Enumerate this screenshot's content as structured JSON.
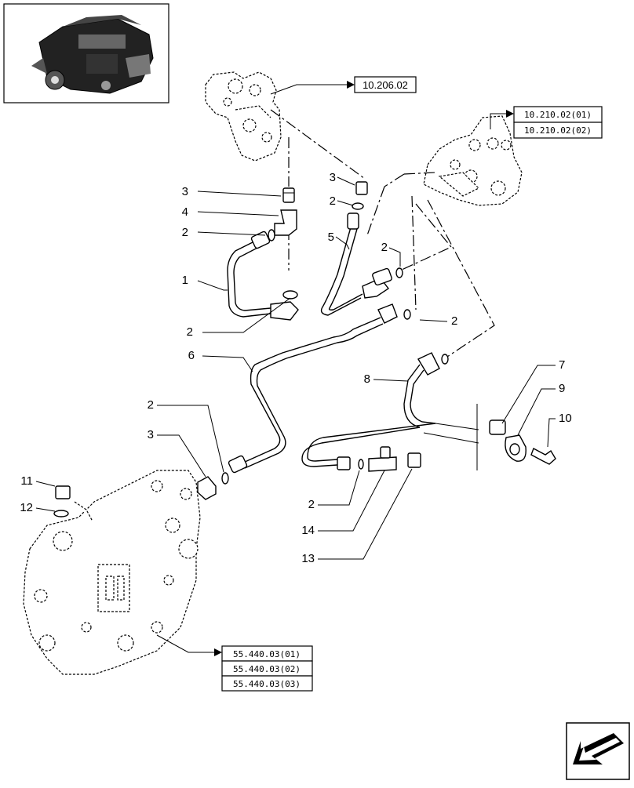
{
  "references": {
    "engine_top": "10.206.02",
    "pump_top": "10.210.02(01)",
    "pump_bottom": "10.210.02(02)",
    "cover_1": "55.440.03(01)",
    "cover_2": "55.440.03(02)",
    "cover_3": "55.440.03(03)"
  },
  "callouts": {
    "c3a": "3",
    "c4": "4",
    "c2a": "2",
    "c1": "1",
    "c2b": "2",
    "c3b": "3",
    "c2c": "2",
    "c5": "5",
    "c2d": "2",
    "c2e": "2",
    "c6": "6",
    "c8": "8",
    "c7": "7",
    "c9": "9",
    "c10": "10",
    "c2f": "2",
    "c3c": "3",
    "c11": "11",
    "c12": "12",
    "c2g": "2",
    "c14": "14",
    "c13": "13"
  }
}
